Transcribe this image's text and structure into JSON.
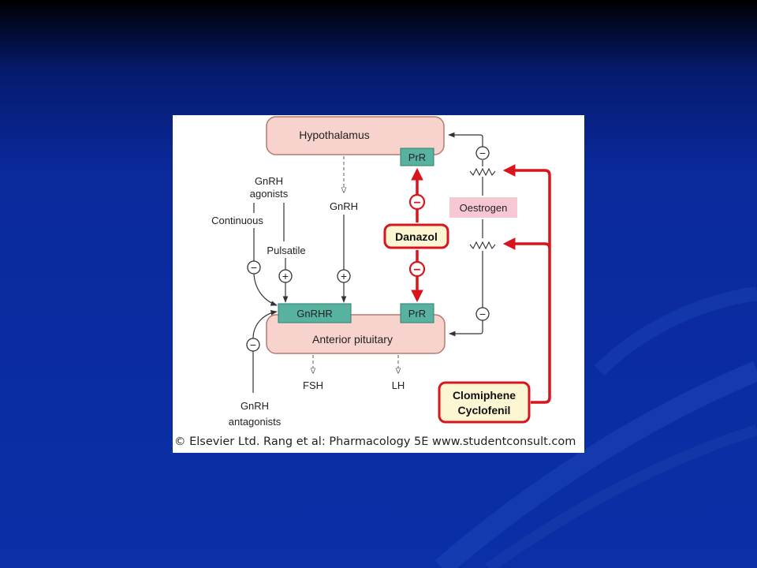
{
  "colors": {
    "gland_fill": "#f8d2cc",
    "gland_stroke": "#b57a70",
    "receptor_fill": "#57b39f",
    "oestrogen_fill": "#f7c7d4",
    "drug_box_fill": "#fdf6d2",
    "drug_red": "#d8141c"
  },
  "labels": {
    "hypothalamus": "Hypothalamus",
    "anterior_pituitary": "Anterior pituitary",
    "prr_top": "PrR",
    "prr_bottom": "PrR",
    "gnrhr": "GnRHR",
    "gnrh_agonists_line1": "GnRH",
    "gnrh_agonists_line2": "agonists",
    "continuous": "Continuous",
    "pulsatile": "Pulsatile",
    "gnrh": "GnRH",
    "danazol": "Danazol",
    "oestrogen": "Oestrogen",
    "fsh": "FSH",
    "lh": "LH",
    "gnrh_antagonists_line1": "GnRH",
    "gnrh_antagonists_line2": "antagonists",
    "clomiphene": "Clomiphene",
    "cyclofenil": "Cyclofenil"
  },
  "signs": {
    "minus": "−",
    "plus": "+"
  },
  "caption": "© Elsevier Ltd. Rang et al: Pharmacology 5E www.studentconsult.com"
}
